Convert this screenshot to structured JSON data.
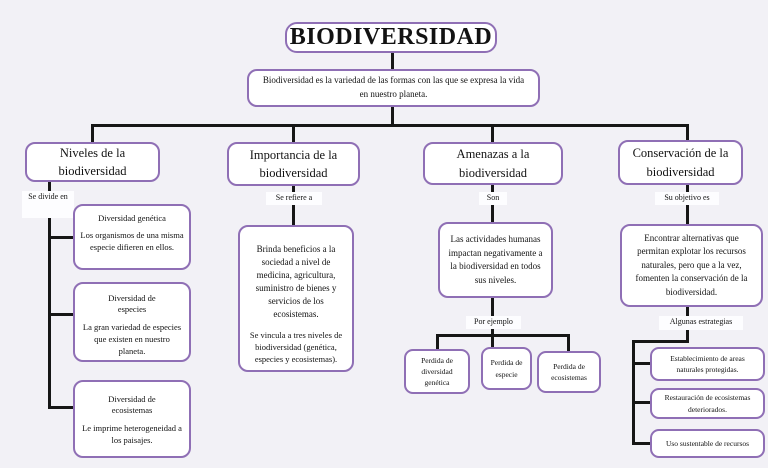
{
  "title": "BIODIVERSIDAD",
  "definition": "Biodiversidad es la variedad de las formas con las que se expresa la vida en nuestro planeta.",
  "branches": {
    "niveles": {
      "header": "Niveles de la biodiversidad",
      "connector_label": "Se divide en",
      "children": [
        {
          "title": "Diversidad genética",
          "body": "Los organismos de una misma especie difieren en ellos."
        },
        {
          "title": "Diversidad de especies",
          "body": "La gran variedad de especies que existen en nuestro planeta."
        },
        {
          "title": "Diversidad de ecosistemas",
          "body": "Le imprime heterogeneidad a los paisajes."
        }
      ]
    },
    "importancia": {
      "header": "Importancia de la biodiversidad",
      "connector_label": "Se refiere a",
      "body_p1": "Brinda beneficios a la sociedad a nivel de medicina, agricultura, suministro de bienes y servicios de los ecosistemas.",
      "body_p2": "Se vincula a tres niveles de biodiversidad (genética, especies y ecosistemas)."
    },
    "amenazas": {
      "header": "Amenazas a la biodiversidad",
      "connector_label": "Son",
      "body": "Las actividades humanas impactan negativamente a la biodiversidad en todos sus niveles.",
      "example_label": "Por ejemplo",
      "examples": [
        "Perdida de diversidad genética",
        "Perdida de especie",
        "Perdida de ecosistemas"
      ]
    },
    "conservacion": {
      "header": "Conservación de la biodiversidad",
      "connector_label": "Su objetivo es",
      "body": "Encontrar alternativas que permitan explotar los recursos naturales, pero que a la vez, fomenten la conservación de la biodiversidad.",
      "strategies_label": "Algunas estrategias",
      "strategies": [
        "Establecimiento de areas naturales protegidas.",
        "Restauración de ecosistemas deteriorados.",
        "Uso sustentable de recursos"
      ]
    }
  },
  "colors": {
    "background": "#f2f1f6",
    "box_fill": "#ffffff",
    "box_border": "#8f6fb5",
    "connector_line": "#161616",
    "text": "#121212"
  }
}
